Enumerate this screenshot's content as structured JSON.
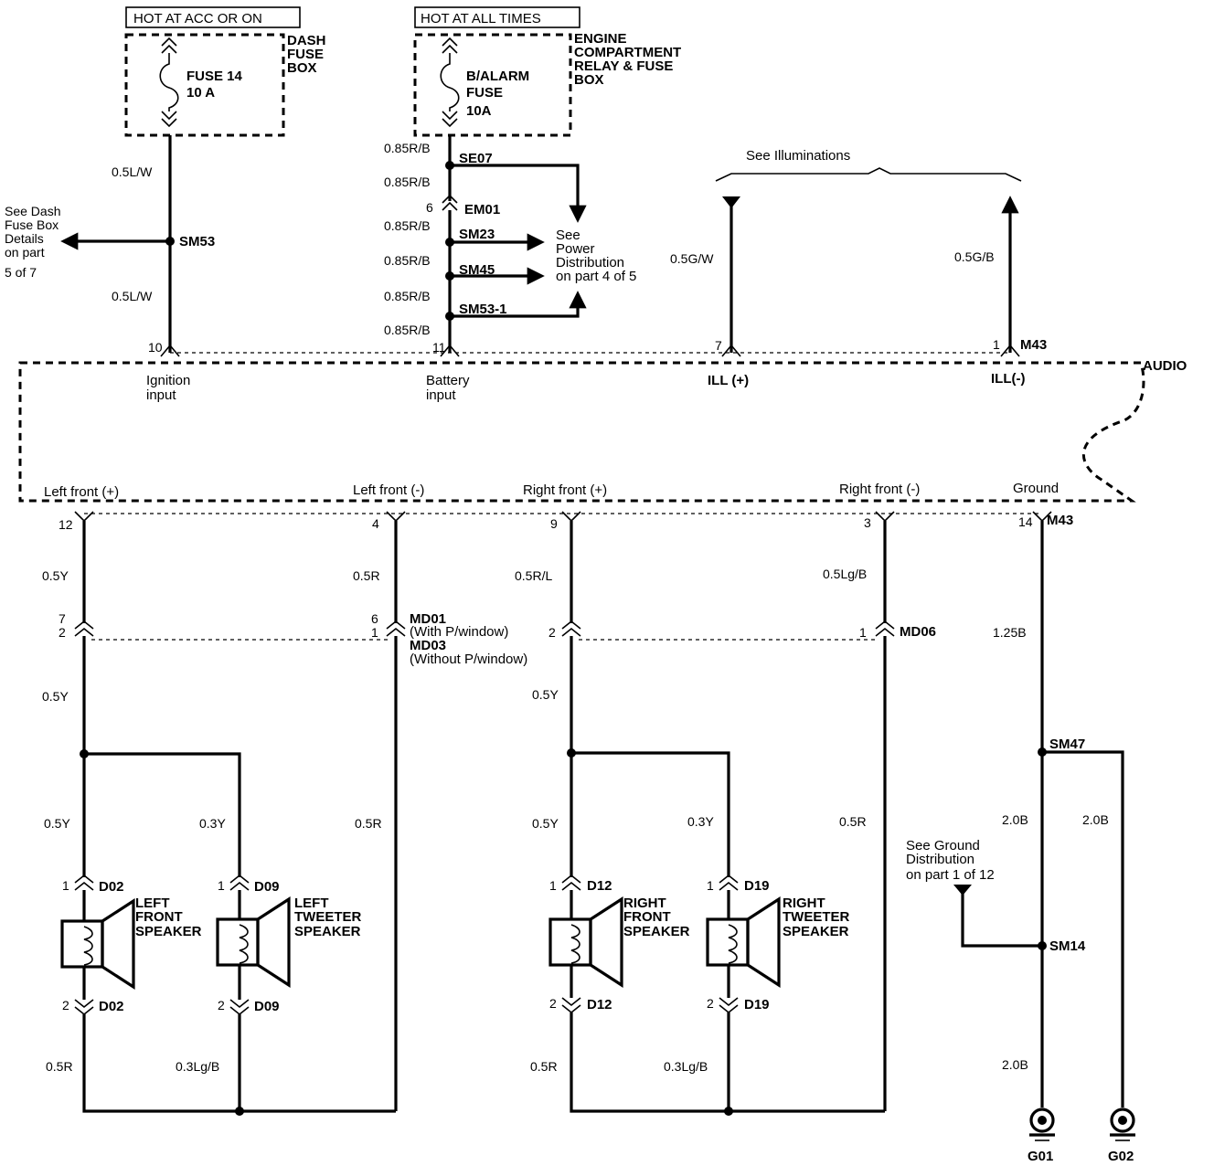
{
  "supplies": {
    "left": {
      "header": "HOT AT ACC OR ON",
      "box_lines": [
        "DASH",
        "FUSE",
        "BOX"
      ],
      "fuse_lines": [
        "FUSE 14",
        "10 A"
      ]
    },
    "right": {
      "header": "HOT AT ALL TIMES",
      "box_lines": [
        "ENGINE",
        "COMPARTMENT",
        "RELAY & FUSE",
        "BOX"
      ],
      "fuse_lines": [
        "B/ALARM",
        "FUSE",
        "10A"
      ]
    }
  },
  "ignition_branch": {
    "wire_upper": "0.5L/W",
    "wire_lower": "0.5L/W",
    "splice": "SM53",
    "ref_lines": [
      "See Dash",
      "Fuse Box",
      "Details",
      "on part",
      "5 of 7"
    ],
    "pin": "10"
  },
  "battery_branch": {
    "wire_labels": [
      "0.85R/B",
      "0.85R/B",
      "0.85R/B",
      "0.85R/B",
      "0.85R/B",
      "0.85R/B"
    ],
    "connector_pin": "6",
    "connector": "EM01",
    "splices": [
      "SE07",
      "SM23",
      "SM45",
      "SM53-1"
    ],
    "ref_lines": [
      "See",
      "Power",
      "Distribution",
      "on part 4 of 5"
    ],
    "pin": "11"
  },
  "illumination": {
    "label": "See Illuminations",
    "left_wire": "0.5G/W",
    "left_pin": "7",
    "right_wire": "0.5G/B",
    "right_pin": "1",
    "connector": "M43"
  },
  "audio_unit": {
    "name": "AUDIO",
    "top_terminals": [
      "Ignition",
      "input",
      "Battery",
      "input",
      "ILL (+)",
      "ILL(-)"
    ],
    "bottom_terminals": [
      "Left front (+)",
      "Left front (-)",
      "Right front (+)",
      "Right front (-)",
      "Ground"
    ],
    "bottom_pins": [
      "12",
      "4",
      "9",
      "3",
      "14"
    ],
    "bottom_connector": "M43"
  },
  "door_connectors": {
    "md01_lines": [
      "MD01",
      "(With P/window)",
      "MD03",
      "(Without P/window)"
    ],
    "md06": "MD06",
    "pins_left_pos": [
      "7",
      "2"
    ],
    "pins_left_neg": [
      "6",
      "1"
    ],
    "pin_right_pos": "2",
    "pin_right_neg": "1"
  },
  "wires": {
    "lf_pos_upper": "0.5Y",
    "lf_neg_upper": "0.5R",
    "rf_pos_upper": "0.5R/L",
    "rf_neg_upper": "0.5Lg/B",
    "ground_upper": "1.25B",
    "lf_pos_mid": "0.5Y",
    "rf_pos_mid": "0.5Y",
    "lf_pos_lower": "0.5Y",
    "lt_lower": "0.3Y",
    "lf_neg_lower": "0.5R",
    "rf_pos_lower": "0.5Y",
    "rt_lower": "0.3Y",
    "rf_neg_lower": "0.5R",
    "lf_bottom": "0.5R",
    "lt_bottom": "0.3Lg/B",
    "rf_bottom": "0.5R",
    "rt_bottom": "0.3Lg/B"
  },
  "speakers": {
    "left_front": {
      "lines": [
        "LEFT",
        "FRONT",
        "SPEAKER"
      ],
      "connector": "D02",
      "pin_top": "1",
      "pin_bottom": "2"
    },
    "left_tweeter": {
      "lines": [
        "LEFT",
        "TWEETER",
        "SPEAKER"
      ],
      "connector": "D09",
      "pin_top": "1",
      "pin_bottom": "2"
    },
    "right_front": {
      "lines": [
        "RIGHT",
        "FRONT",
        "SPEAKER"
      ],
      "connector": "D12",
      "pin_top": "1",
      "pin_bottom": "2"
    },
    "right_tweeter": {
      "lines": [
        "RIGHT",
        "TWEETER",
        "SPEAKER"
      ],
      "connector": "D19",
      "pin_top": "1",
      "pin_bottom": "2"
    }
  },
  "ground_section": {
    "splice_top": "SM47",
    "wire_left": "2.0B",
    "wire_right": "2.0B",
    "ref_lines": [
      "See Ground",
      "Distribution",
      "on part 1 of 12"
    ],
    "splice": "SM14",
    "wire_bottom": "2.0B",
    "grounds": [
      "G01",
      "G02"
    ]
  }
}
